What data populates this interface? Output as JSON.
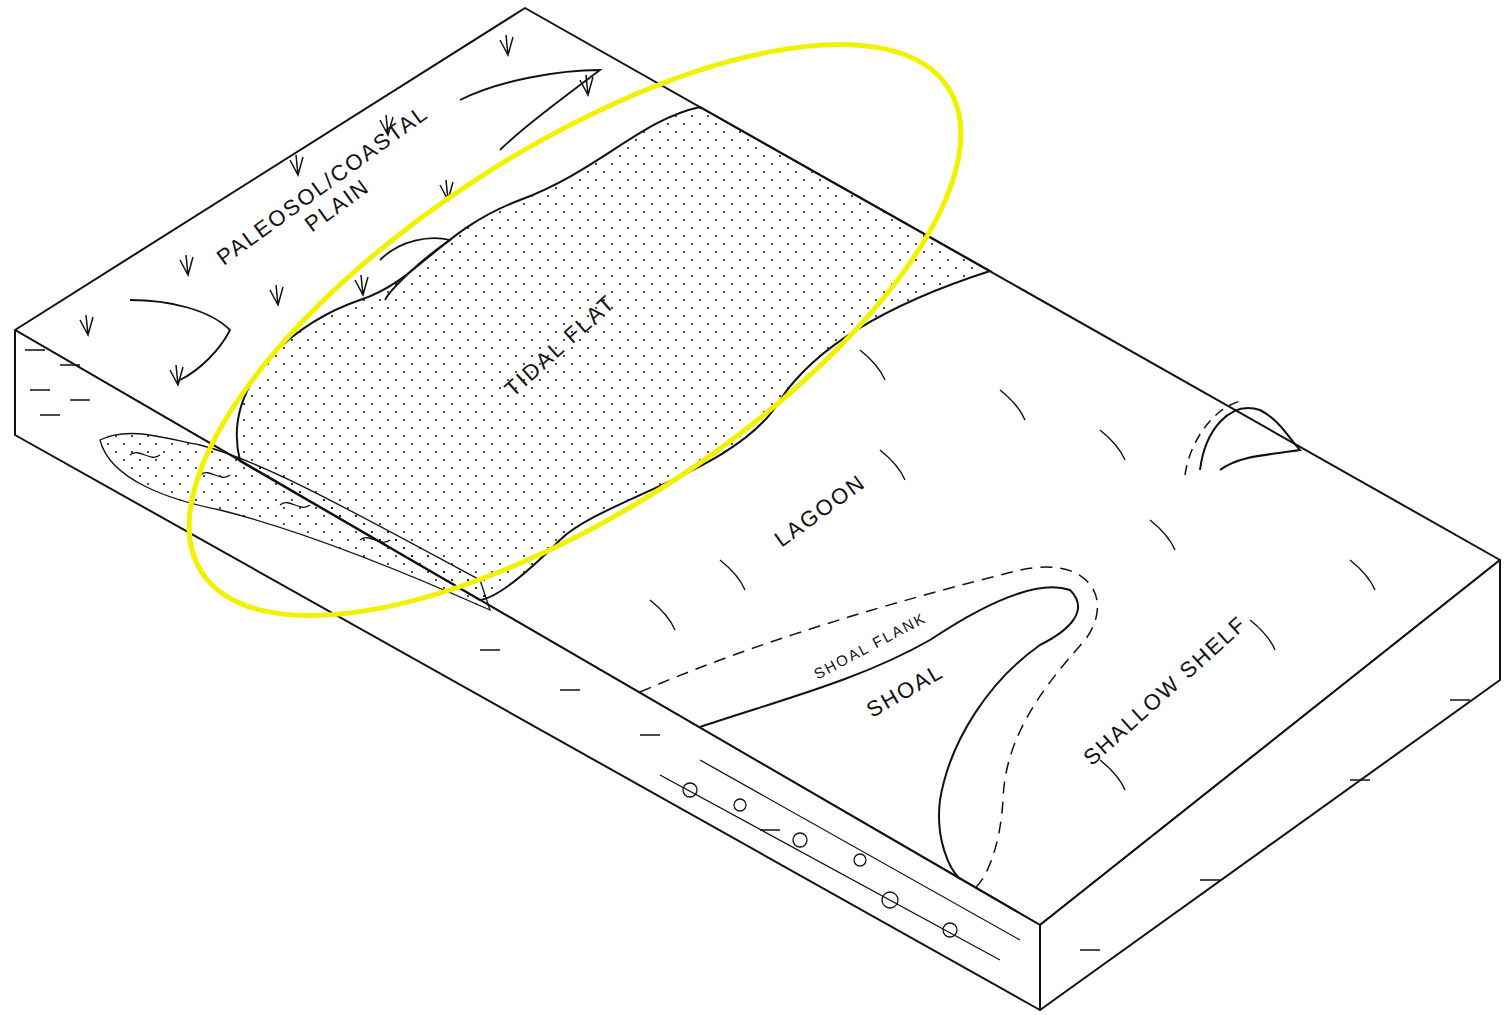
{
  "diagram": {
    "labels": [
      "PALEOSOL/COASTAL PLAIN",
      "TIDAL FLAT",
      "LAGOON",
      "SHOAL FLANK",
      "SHOAL",
      "SHALLOW SHELF"
    ]
  }
}
